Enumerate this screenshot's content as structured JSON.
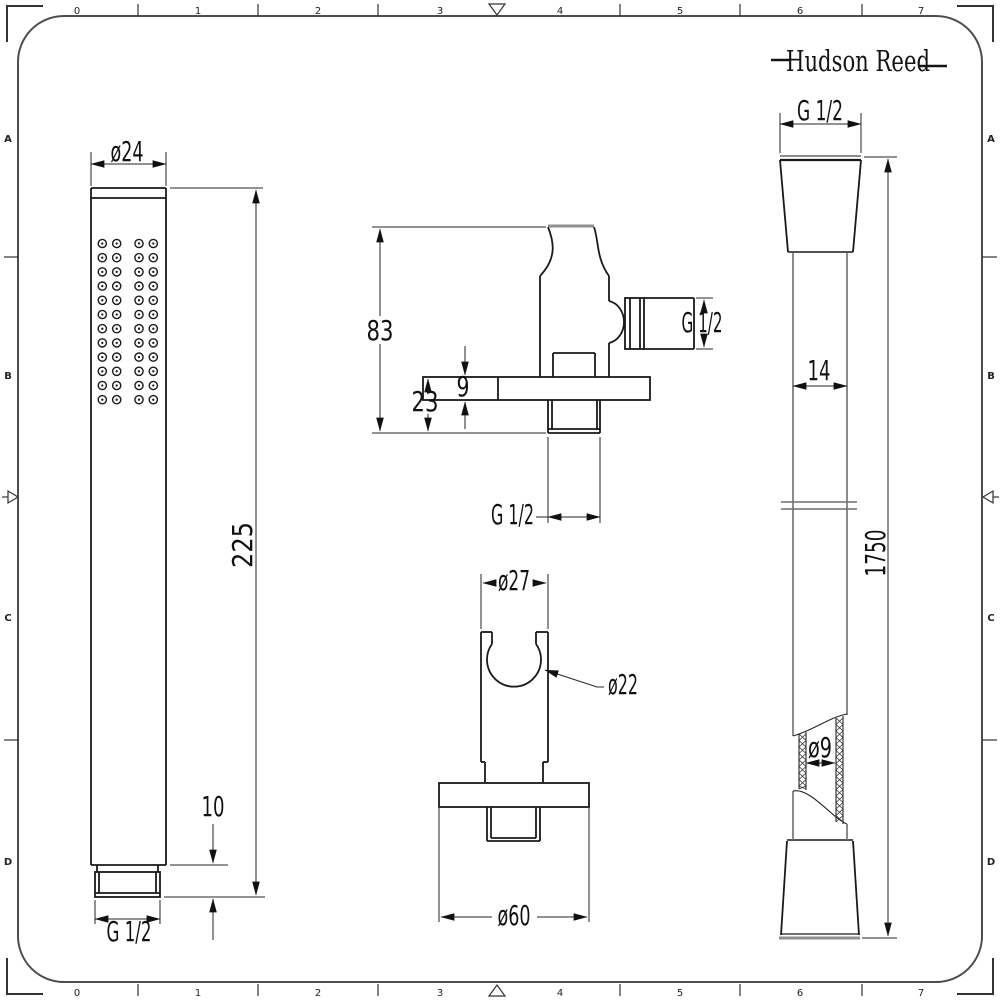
{
  "sheet": {
    "brand": "Hudson Reed",
    "ruler": [
      "0",
      "1",
      "2",
      "3",
      "4",
      "5",
      "6",
      "7"
    ],
    "rows": [
      "A",
      "B",
      "C",
      "D"
    ]
  },
  "handset": {
    "label_diameter": "ø24",
    "label_length": "225",
    "label_tip": "10",
    "label_thread": "G 1/2"
  },
  "elbow": {
    "label_height": "83",
    "label_plate": "9",
    "label_depth": "23",
    "label_thread_outlet": "G 1/2",
    "label_thread_wall": "G 1/2"
  },
  "bracket": {
    "label_width": "ø27",
    "label_clip": "ø22",
    "label_base": "ø60"
  },
  "hose": {
    "label_thread": "G 1/2",
    "label_outer": "14",
    "label_length": "1750",
    "label_bore": "ø9"
  },
  "colors": {
    "line": "#1a1a1a",
    "thin": "#262626",
    "gray": "#8f8f8f",
    "hose_gray": "#6e6e6e",
    "border": "#4d4d4d"
  }
}
